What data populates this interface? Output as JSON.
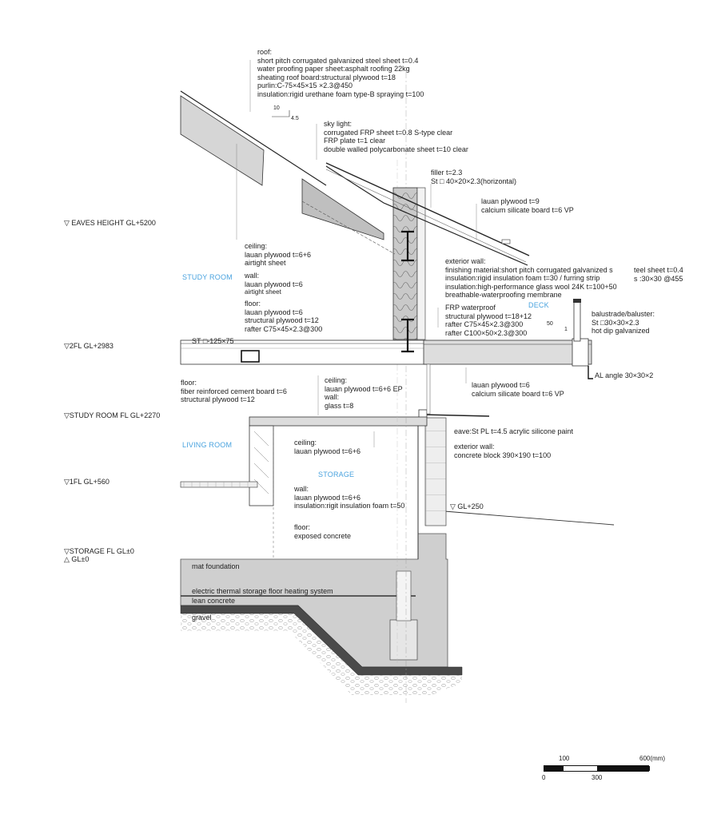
{
  "roof_note": {
    "lines": [
      "roof:",
      "short pitch corrugated galvanized steel sheet t=0.4",
      "water proofing paper sheet:asphalt roofing 22kg",
      "sheating roof board:structural plywood t=18",
      "purlin:C-75×45×15 ×2.3@450",
      "insulation:rigid urethane foam type-B spraying t=100"
    ]
  },
  "slope_marks": {
    "run": "10",
    "rise": "4.5"
  },
  "skylight_note": {
    "lines": [
      "sky light:",
      "corrugated FRP sheet t=0.8 S-type clear",
      "FRP plate t=1 clear",
      "double walled polycarbonate sheet t=10 clear"
    ]
  },
  "filler_note": {
    "lines": [
      "filler t=2.3",
      "St □ 40×20×2.3(horizontal)"
    ]
  },
  "lauan_plywood_top": {
    "lines": [
      "lauan plywood t=9",
      "calcium silicate board  t=6 VP"
    ]
  },
  "eaves_height": "▽ EAVES HEIGHT GL+5200",
  "ceiling_study": {
    "lines": [
      "ceiling:",
      "lauan plywood t=6+6",
      "airtight sheet"
    ]
  },
  "room_study": "STUDY ROOM",
  "wall_study": {
    "lines": [
      "wall:",
      "lauan plywood t=6",
      "airtight sheet"
    ]
  },
  "exterior_wall_upper": {
    "lines": [
      "exterior wall:",
      "finishing material:short pitch corrugated galvanized s",
      "insulation:rigid insulation foam t=30 / furring strip",
      "insulation:high-performance glass wool 24K t=100+50",
      "breathable-waterproofing membrane"
    ]
  },
  "steel_sheet_note": {
    "lines": [
      "teel sheet t=0.4",
      "s :30×30 @455"
    ]
  },
  "floor_study": {
    "lines": [
      "floor:",
      "lauan plywood t=6",
      "structural plywood t=12",
      "rafter C75×45×2.3@300"
    ]
  },
  "frp_note": {
    "lines": [
      "FRP waterproof",
      "structural plywood t=18+12",
      "rafter C75×45×2.3@300",
      "rafter C100×50×2.3@300"
    ]
  },
  "room_deck": "DECK",
  "deck_slope": {
    "run": "50",
    "rise": "1"
  },
  "balustrade_note": {
    "lines": [
      "balustrade/baluster:",
      "St □30×30×2.3",
      "hot dip galvanized"
    ]
  },
  "st_beam": "ST □-125×75",
  "level_2fl": "▽2FL GL+2983",
  "al_angle": "AL angle 30×30×2",
  "floor_fiber": {
    "lines": [
      "floor:",
      "fiber reinforced cement board t=6",
      "structural plywood t=12"
    ]
  },
  "ceiling_ep": {
    "lines": [
      "ceiling:",
      "lauan plywood t=6+6 EP",
      "wall:",
      "glass t=8"
    ]
  },
  "lauan_plywood_mid": {
    "lines": [
      "lauan plywood  t=6",
      "calcium silicate board  t=6 VP"
    ]
  },
  "level_study_fl": "▽STUDY ROOM FL GL+2270",
  "eave_note": "eave:St PL t=4.5 acrylic silicone paint",
  "room_living": "LIVING ROOM",
  "ceiling_living": {
    "lines": [
      "ceiling:",
      "lauan plywood t=6+6"
    ]
  },
  "exterior_wall_lower": {
    "lines": [
      "exterior wall:",
      "concrete block 390×190 t=100"
    ]
  },
  "room_storage": "STORAGE",
  "level_1fl": "▽1FL GL+560",
  "wall_storage": {
    "lines": [
      "wall:",
      "lauan plywood t=6+6",
      "insulation:rigit insulation foam t=50"
    ]
  },
  "level_gl250": "▽ GL+250",
  "floor_storage": {
    "lines": [
      "floor:",
      "exposed concrete"
    ]
  },
  "level_storage": "▽STORAGE FL GL±0",
  "level_gl0": "△ GL±0",
  "mat_foundation": "mat foundation",
  "floor_heating": "electric thermal storage floor heating system",
  "lean_concrete": "lean concrete",
  "gravel": "gravel",
  "scale_bar": {
    "t100": "100",
    "t600": "600(mm)",
    "b0": "0",
    "b300": "300"
  }
}
